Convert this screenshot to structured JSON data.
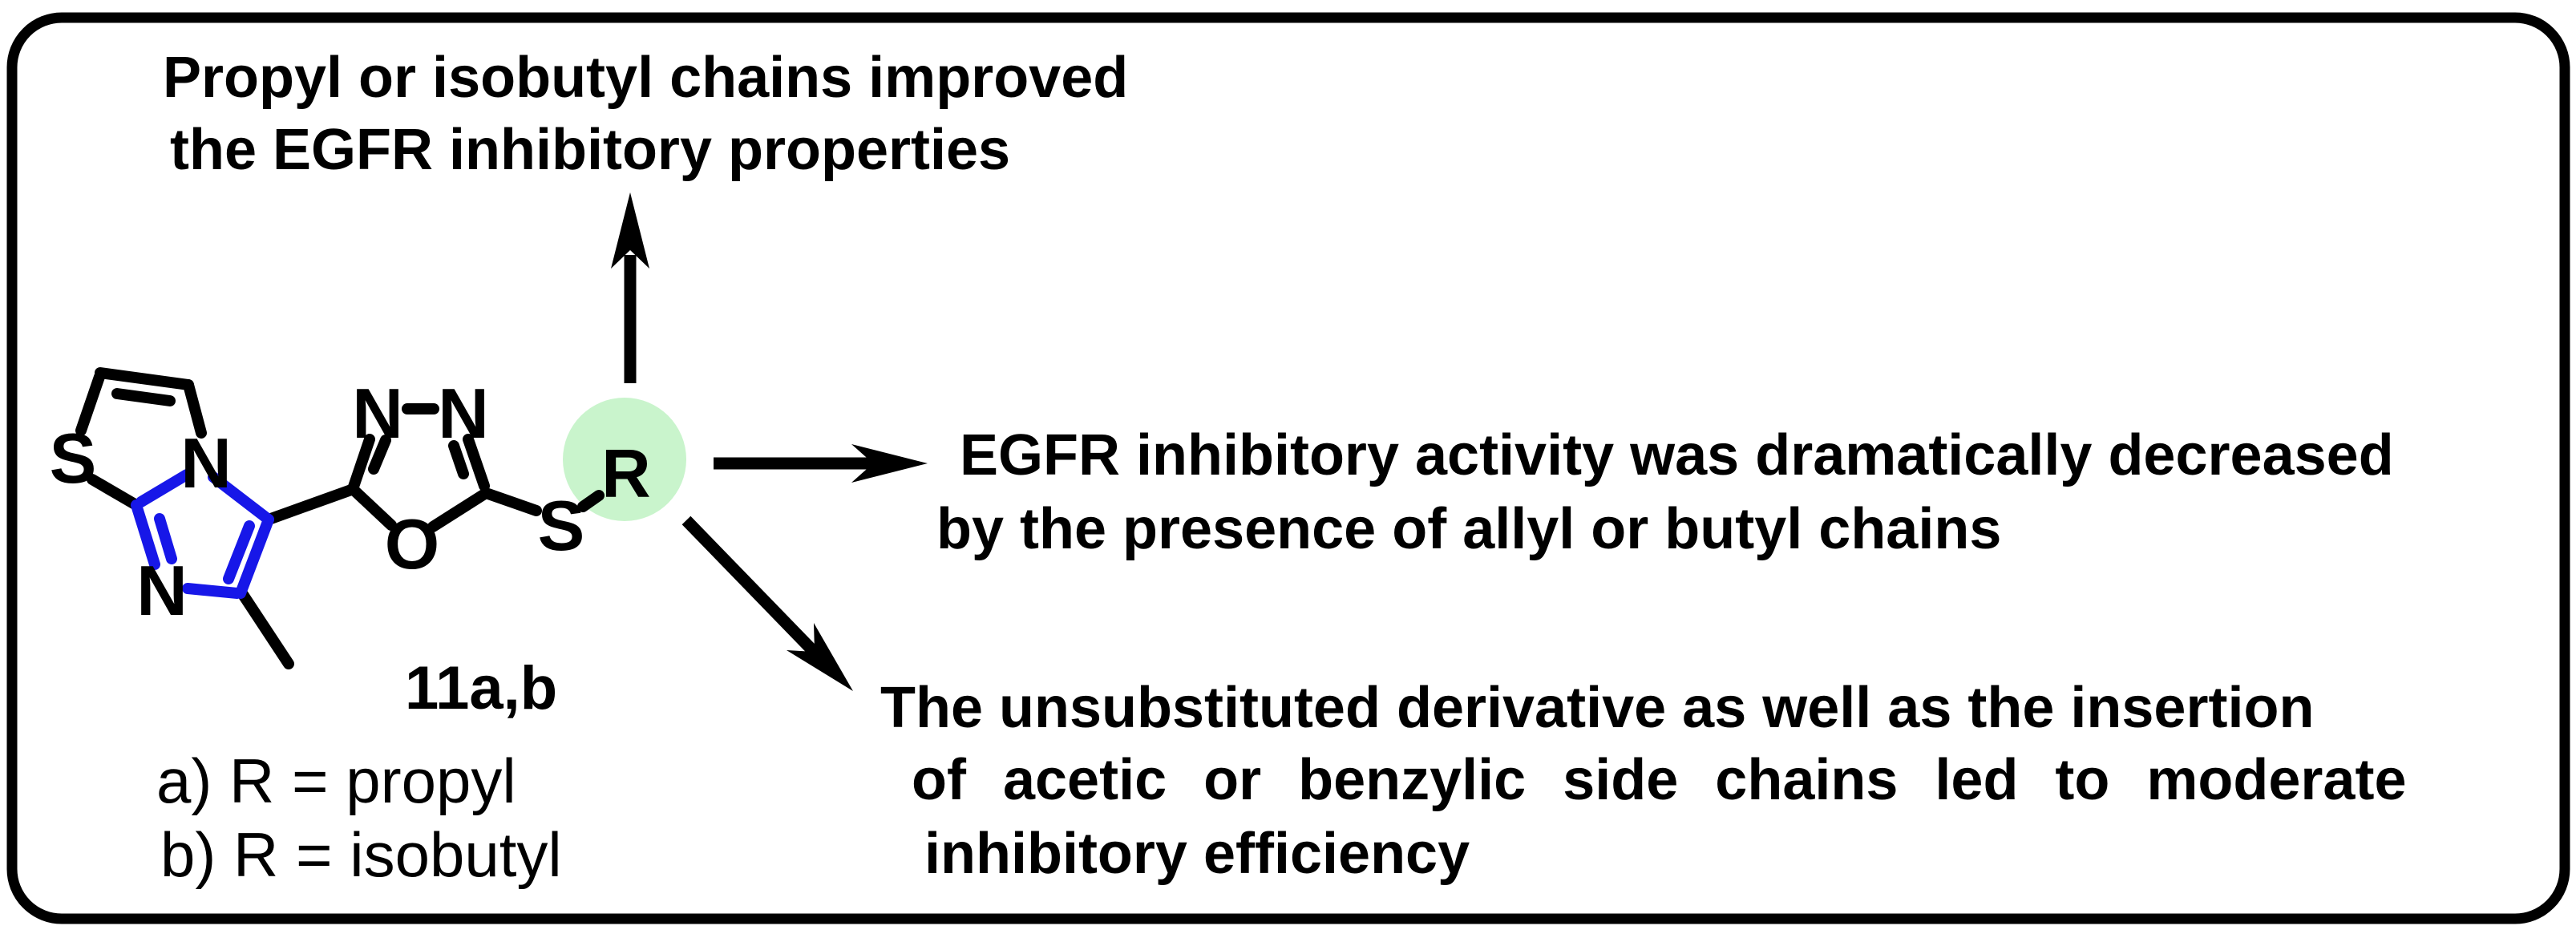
{
  "figure": {
    "type": "structure-activity-relationship-diagram",
    "compound_id": "11a,b",
    "r_definitions": {
      "a": "a) R = propyl",
      "b": "b) R = isobutyl"
    },
    "atoms": {
      "s_thiazole": "S",
      "n_bridgehead": "N",
      "n_imidazole": "N",
      "n_oxadiazole_left": "N",
      "n_oxadiazole_right": "N",
      "o_oxadiazole": "O",
      "s_thioether": "S",
      "r_group": "R"
    },
    "annotations": {
      "top": {
        "lines": [
          "Propyl or isobutyl chains improved",
          "the EGFR inhibitory properties"
        ]
      },
      "right": {
        "lines": [
          "EGFR inhibitory activity was dramatically decreased",
          "by the presence of allyl or butyl chains"
        ]
      },
      "bottom": {
        "lines": [
          "The unsubstituted derivative as well as the insertion",
          "of acetic or benzylic side chains led to moderate",
          "inhibitory efficiency"
        ]
      }
    },
    "colors": {
      "ink": "#000000",
      "core_highlight_blue": "#1717E8",
      "r_highlight_green": "#C9F4CC",
      "background": "#FFFFFF"
    }
  }
}
